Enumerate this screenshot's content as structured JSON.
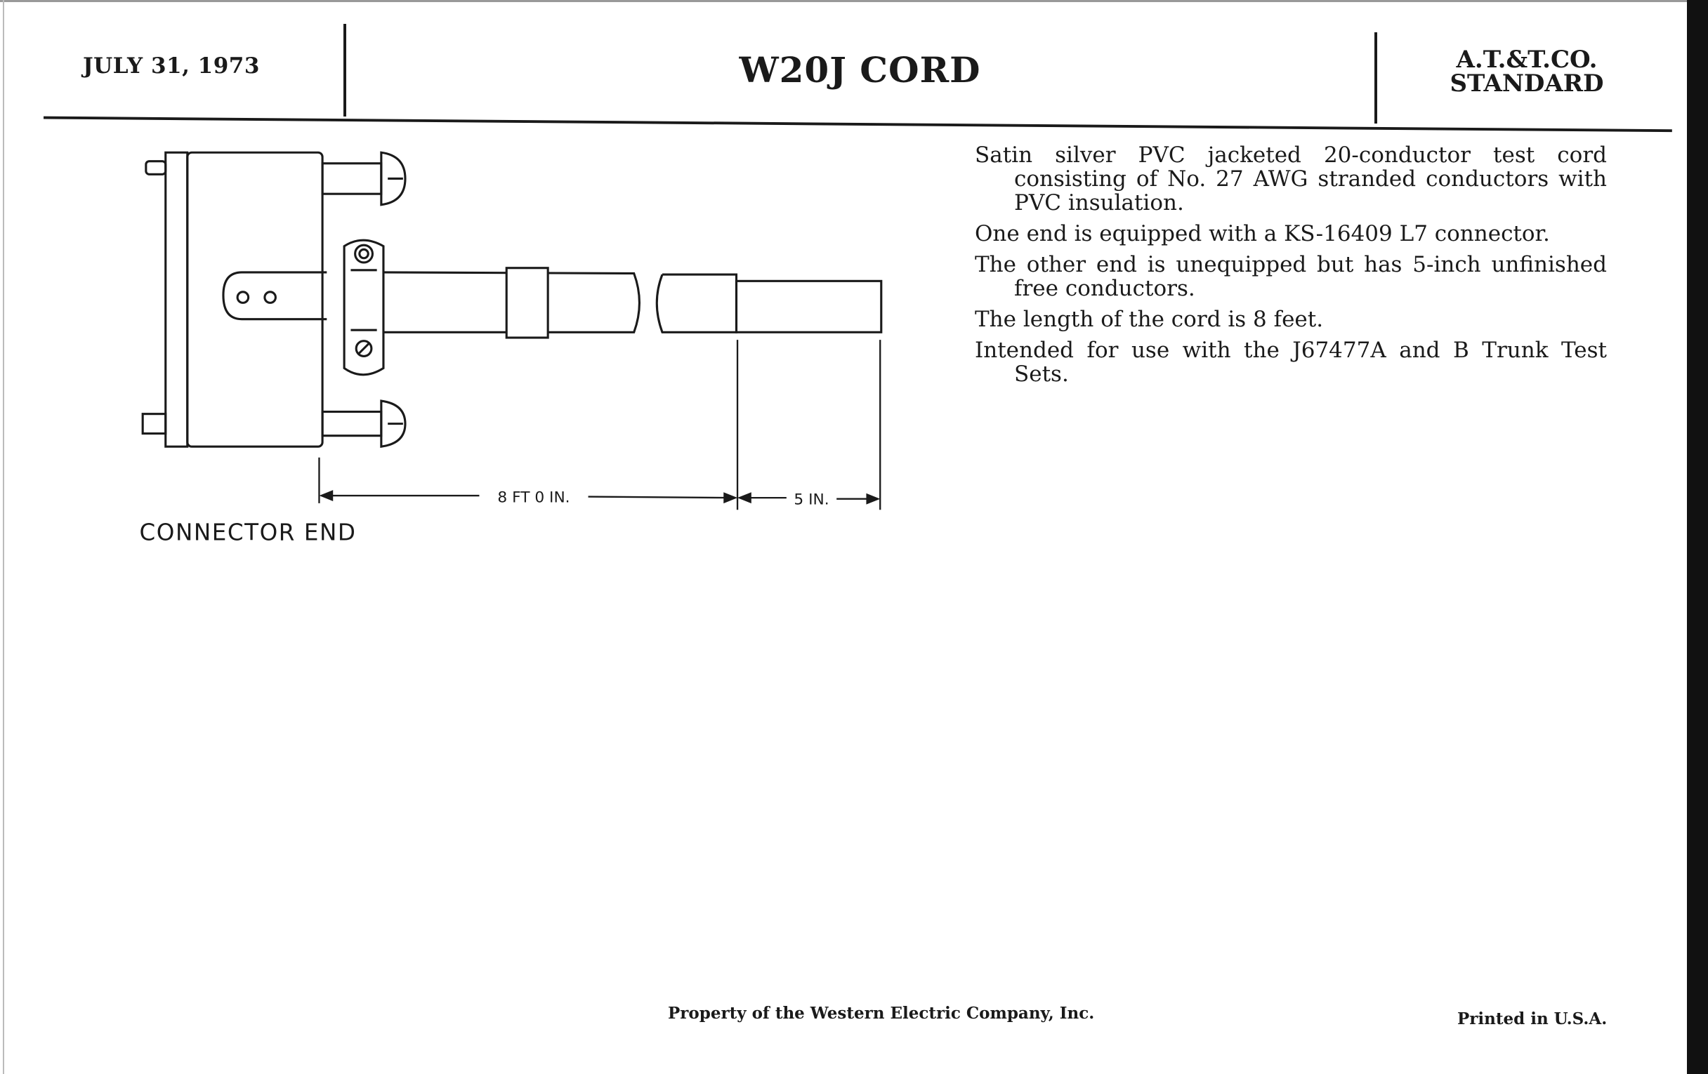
{
  "header": {
    "date": "JULY 31, 1973",
    "title": "W20J CORD",
    "standard_line1": "A.T.&T.CO.",
    "standard_line2": "STANDARD"
  },
  "drawing": {
    "length_label": "8 FT 0 IN.",
    "free_end_label": "5 IN.",
    "caption": "CONNECTOR END"
  },
  "description": [
    "Satin silver PVC jacketed 20-conductor test cord consisting of No. 27 AWG stranded conductors with PVC insulation.",
    "One end is equipped with a KS-16409 L7 connector.",
    "The other end is unequipped but has 5-inch unfinished free conductors.",
    "The length of the cord is 8 feet.",
    "Intended for use with the J67477A and B Trunk Test Sets."
  ],
  "footer": {
    "property": "Property of the Western Electric Company, Inc.",
    "printed": "Printed in U.S.A."
  }
}
